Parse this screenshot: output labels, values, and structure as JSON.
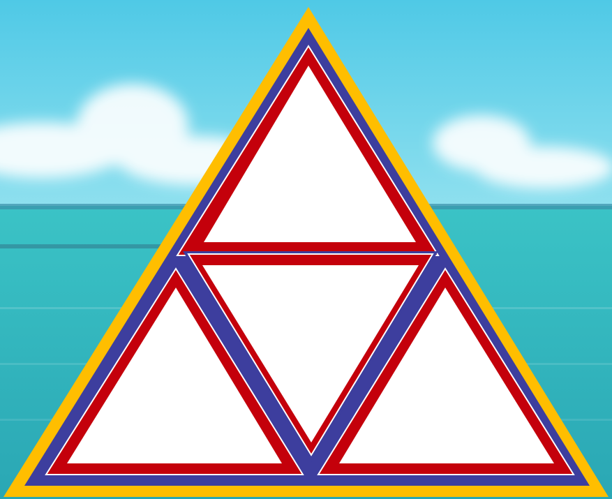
{
  "scene": {
    "background": "ocean-horizon-with-sky-and-clouds",
    "sky_top": "#4fc9e6",
    "sky_mid": "#8fe0ef",
    "sea_top": "#3bc3c6",
    "sea_bottom": "#2aa7b4",
    "cloud": "#ffffff"
  },
  "diagram": {
    "shape": "triangle subdivided into four triangles",
    "outer_border_color": "#ffbe00",
    "middle_border_color": "#3d3e9e",
    "inner_border_color": "#c4000b",
    "fill_color": "#ffffff",
    "triangles": [
      "top",
      "center",
      "bottom-left",
      "bottom-right"
    ]
  }
}
